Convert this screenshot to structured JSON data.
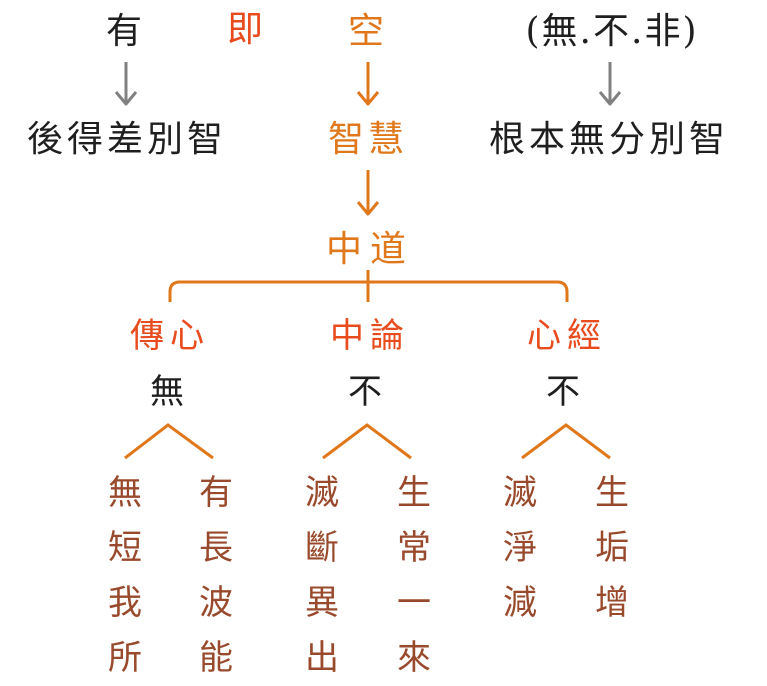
{
  "top": {
    "you": "有",
    "ji": "即",
    "kong": "空",
    "negation": "(無.不.非)"
  },
  "second": {
    "left": "後得差別智",
    "center": "智慧",
    "right": "根本無分別智"
  },
  "middle_way": "中道",
  "branches": [
    {
      "title": "傳心",
      "key": "無",
      "left": [
        "無",
        "短",
        "我",
        "所"
      ],
      "right": [
        "有",
        "長",
        "波",
        "能"
      ]
    },
    {
      "title": "中論",
      "key": "不",
      "left": [
        "滅",
        "斷",
        "異",
        "出"
      ],
      "right": [
        "生",
        "常",
        "一",
        "來"
      ]
    },
    {
      "title": "心經",
      "key": "不",
      "left": [
        "滅",
        "淨",
        "減"
      ],
      "right": [
        "生",
        "垢",
        "增"
      ]
    }
  ],
  "colors": {
    "dark_text": "#1f1f1f",
    "red_title": "#e84c1e",
    "orange_accent": "#e0771b",
    "brown_cells": "#9a4a2c",
    "gray_arrow": "#808080"
  }
}
